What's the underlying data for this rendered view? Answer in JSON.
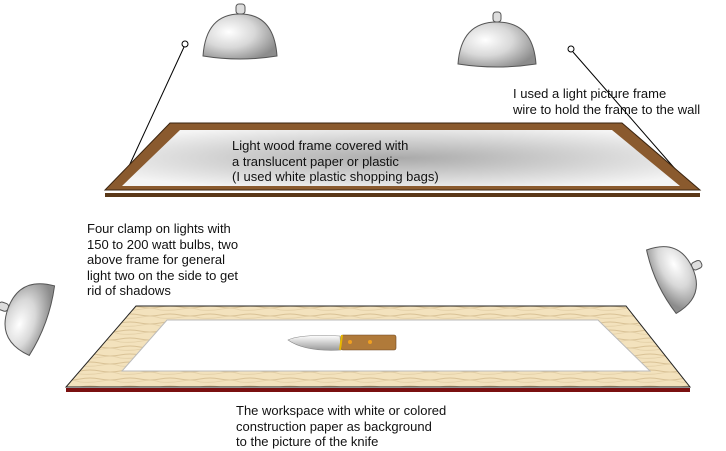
{
  "labels": {
    "wire": [
      "I used a light picture frame",
      "wire to hold the frame to the wall"
    ],
    "frame": [
      "Light wood frame covered with",
      "a translucent paper or plastic",
      "(I used white plastic shopping bags)"
    ],
    "lights": [
      "Four clamp on lights with",
      "150 to 200 watt bulbs, two",
      "above frame for general",
      "light two on the side to get",
      "rid of shadows"
    ],
    "workspace": [
      "The workspace with white or colored",
      "construction paper as background",
      "to the picture of the knife"
    ]
  },
  "colors": {
    "frame_wood": "#8a5a2e",
    "board": "#f2dfb8",
    "board_edge": "#7a1010"
  }
}
